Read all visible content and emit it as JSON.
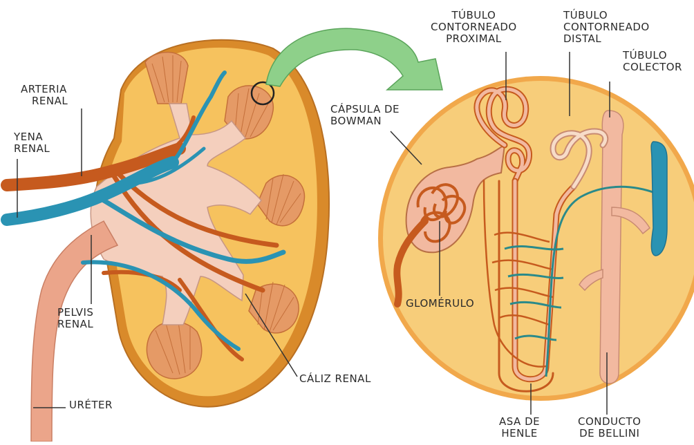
{
  "labels": {
    "arteria_renal": [
      "ARTERIA",
      "RENAL"
    ],
    "vena_renal": [
      "YENA",
      "RENAL"
    ],
    "pelvis_renal": [
      "PELVIS",
      "RENAL"
    ],
    "ureter": "URÉTER",
    "caliz_renal": "CÁLIZ RENAL",
    "capsula_bowman": [
      "CÁPSULA DE",
      "BOWMAN"
    ],
    "glomerulo": "GLOMÉRULO",
    "tubulo_proximal": [
      "TÚBULO",
      "CONTORNEADO",
      "PROXIMAL"
    ],
    "tubulo_distal": [
      "TÚBULO",
      "CONTORNEADO",
      "DISTAL"
    ],
    "tubulo_colector": [
      "TÚBULO",
      "COLECTOR"
    ],
    "asa_henle": [
      "ASA DE",
      "HENLE"
    ],
    "conducto_bellini": [
      "CONDUCTO",
      "DE BELLINI"
    ]
  },
  "colors": {
    "cortex": "#f6c25e",
    "cortex_edge": "#d98a2a",
    "capsule_rim": "#c77a2c",
    "pelvis": "#f4cfbd",
    "ureter": "#eba58a",
    "artery": "#c65a1e",
    "vein": "#2a93b3",
    "pyramid": "#e9a070",
    "arrow": "#8ed08a",
    "nephron_circle": "#f7cd7a",
    "tubule": "#f2b9a0",
    "leader": "#333333"
  }
}
